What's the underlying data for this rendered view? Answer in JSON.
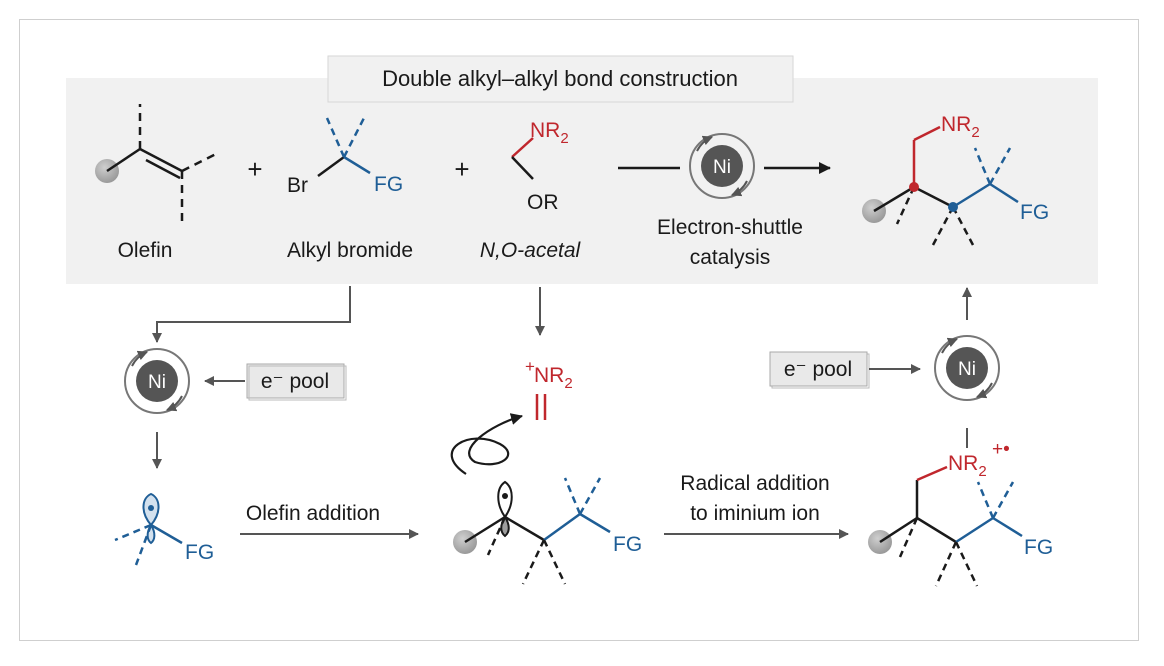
{
  "header": {
    "title": "Double alkyl–alkyl bond construction"
  },
  "reagents": {
    "olefin": "Olefin",
    "alkyl_bromide": "Alkyl bromide",
    "acetal": "N,O-acetal",
    "br": "Br",
    "fg": "FG",
    "nr2": "NR",
    "or": "OR",
    "plus": "+",
    "catalyst_line1": "Electron-shuttle",
    "catalyst_line2": "catalysis",
    "ni": "Ni"
  },
  "mechanism": {
    "e_pool_left": "e⁻ pool",
    "e_pool_right": "e⁻ pool",
    "olefin_addition": "Olefin addition",
    "radical_addition_line1": "Radical addition",
    "radical_addition_line2": "to iminium ion",
    "iminium_plus": "+",
    "radical_cation": "+•",
    "sub2": "2"
  },
  "colors": {
    "red": "#c0272d",
    "blue": "#1f5e96",
    "grey_ball": "#a8a8a8",
    "panel": "#f1f1f1"
  }
}
